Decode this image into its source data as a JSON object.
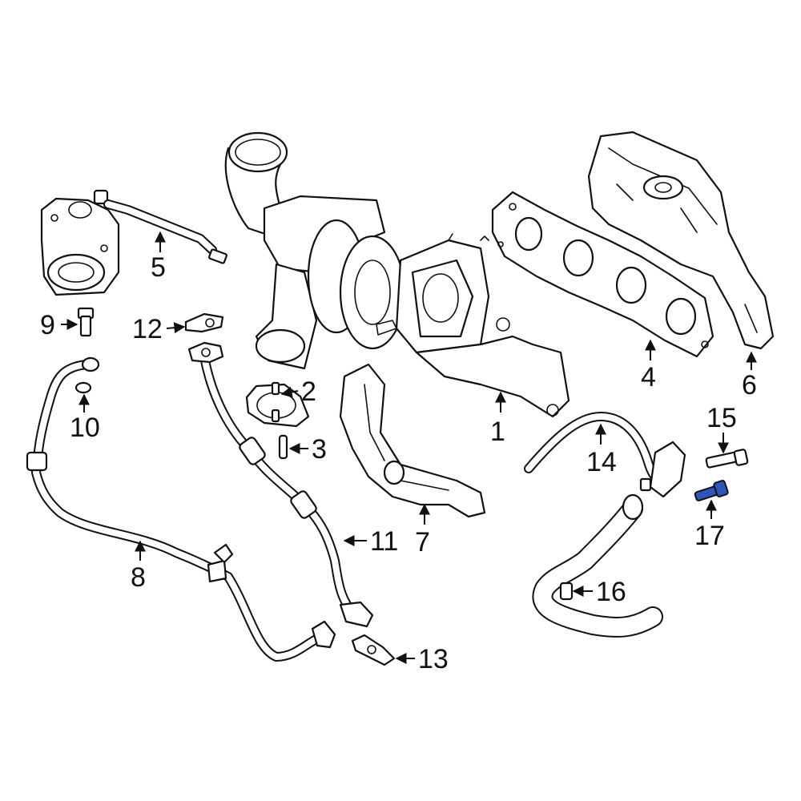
{
  "diagram": {
    "highlight_color": "#2f55b8",
    "highlighted_part": "17",
    "callouts": [
      {
        "id": "1",
        "label": "1"
      },
      {
        "id": "2",
        "label": "2"
      },
      {
        "id": "3",
        "label": "3"
      },
      {
        "id": "4",
        "label": "4"
      },
      {
        "id": "5",
        "label": "5"
      },
      {
        "id": "6",
        "label": "6"
      },
      {
        "id": "7",
        "label": "7"
      },
      {
        "id": "8",
        "label": "8"
      },
      {
        "id": "9",
        "label": "9"
      },
      {
        "id": "10",
        "label": "10"
      },
      {
        "id": "11",
        "label": "11"
      },
      {
        "id": "12",
        "label": "12"
      },
      {
        "id": "13",
        "label": "13"
      },
      {
        "id": "14",
        "label": "14"
      },
      {
        "id": "15",
        "label": "15"
      },
      {
        "id": "16",
        "label": "16"
      },
      {
        "id": "17",
        "label": "17"
      }
    ]
  }
}
